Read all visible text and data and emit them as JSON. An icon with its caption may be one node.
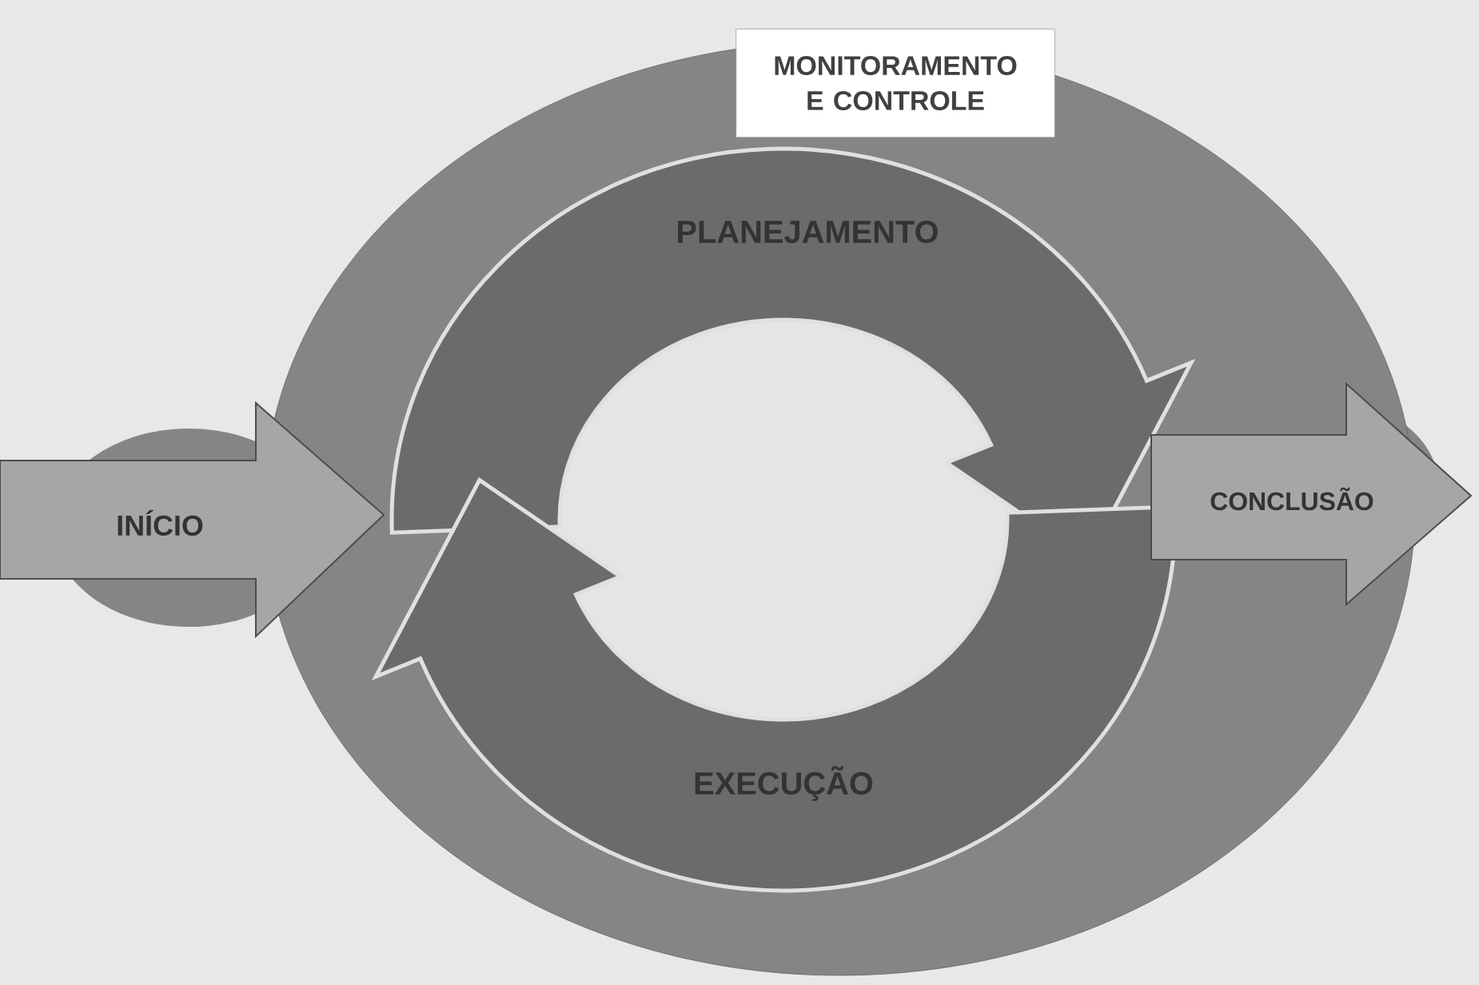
{
  "diagram": {
    "nodes": [
      {
        "text": [
          "MONITORAMENTO E CONTROLE"
        ]
      },
      {
        "text": [
          "PLANEJAMENTO"
        ],
        "in": 0
      },
      {
        "text": [
          "EXECUÇÃO"
        ],
        "in": 0
      },
      {
        "text": [
          "INÍCIO"
        ]
      },
      {
        "text": [
          "CONCLUSÃO"
        ]
      }
    ]
  }
}
